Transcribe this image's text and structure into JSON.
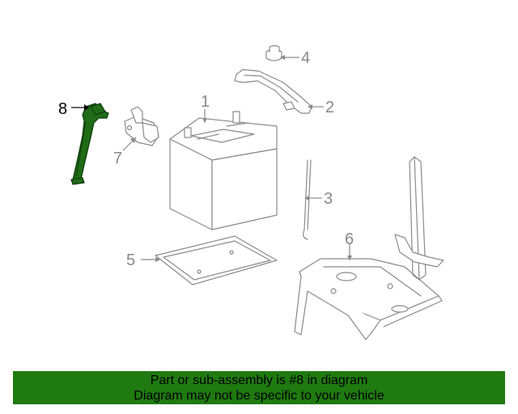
{
  "callouts": {
    "c1": "1",
    "c2": "2",
    "c3": "3",
    "c4": "4",
    "c5": "5",
    "c6": "6",
    "c7": "7",
    "c8": "8"
  },
  "highlighted_part": "8",
  "colors": {
    "highlight": "#1f6b16",
    "banner_background": "#1f7a10",
    "line_gray": "#8a8a8a"
  },
  "banner": {
    "line1": "Part or sub-assembly is #8 in diagram",
    "line2": "Diagram may not be specific to your vehicle"
  }
}
